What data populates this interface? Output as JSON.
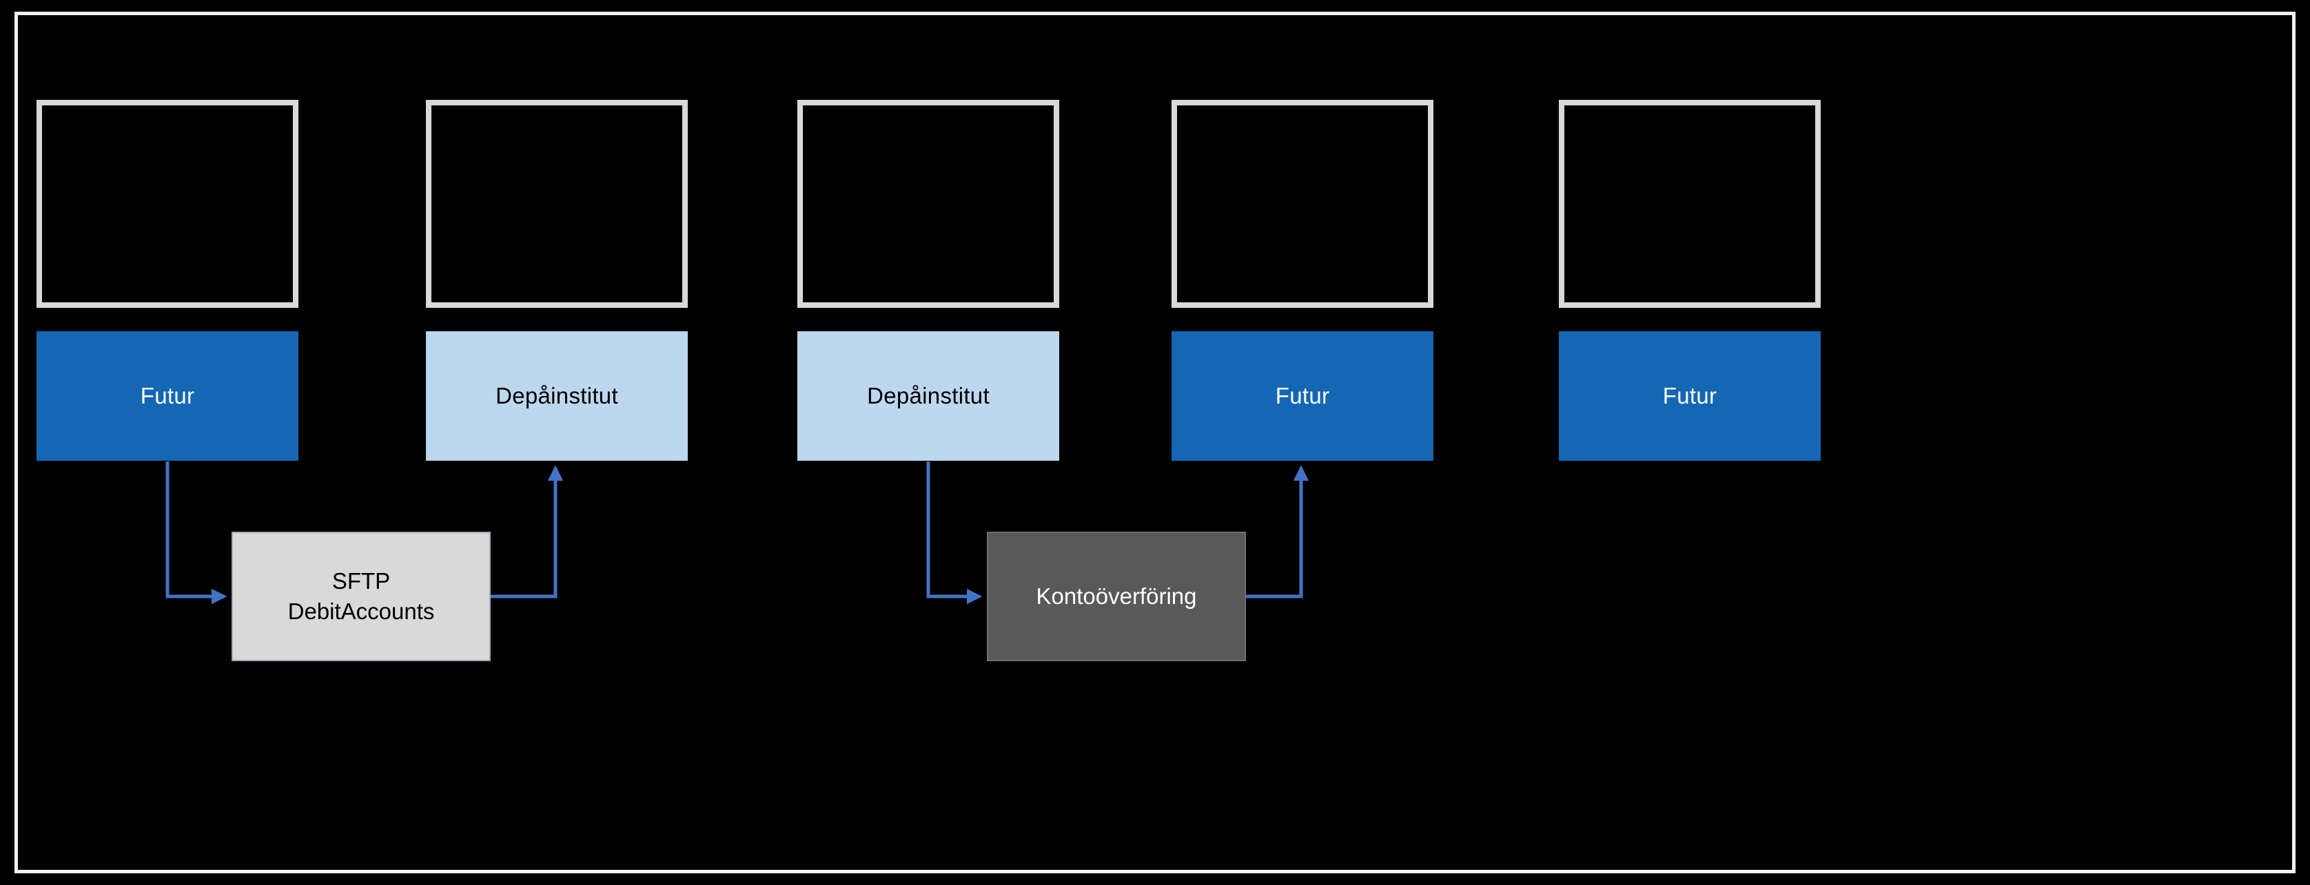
{
  "diagram": {
    "colors": {
      "background": "#000000",
      "frame_border": "#f2f2f2",
      "placeholder_border": "#d9d9d9",
      "dark_blue": "#1467b2",
      "light_blue": "#bdd7ee",
      "light_gray": "#d9d9d9",
      "dark_gray": "#595959",
      "arrow_blue": "#4472c4",
      "text_on_dark": "#ffffff",
      "text_on_light": "#000000"
    },
    "nodes": [
      {
        "label": "Futur",
        "variant": "dark-blue"
      },
      {
        "label": "Depåinstitut",
        "variant": "light-blue"
      },
      {
        "label": "Depåinstitut",
        "variant": "light-blue"
      },
      {
        "label": "Futur",
        "variant": "dark-blue"
      },
      {
        "label": "Futur",
        "variant": "dark-blue"
      }
    ],
    "process_boxes": [
      {
        "lines": [
          "SFTP",
          "DebitAccounts"
        ],
        "variant": "light-gray"
      },
      {
        "lines": [
          "Kontoöverföring"
        ],
        "variant": "dark-gray"
      }
    ]
  }
}
